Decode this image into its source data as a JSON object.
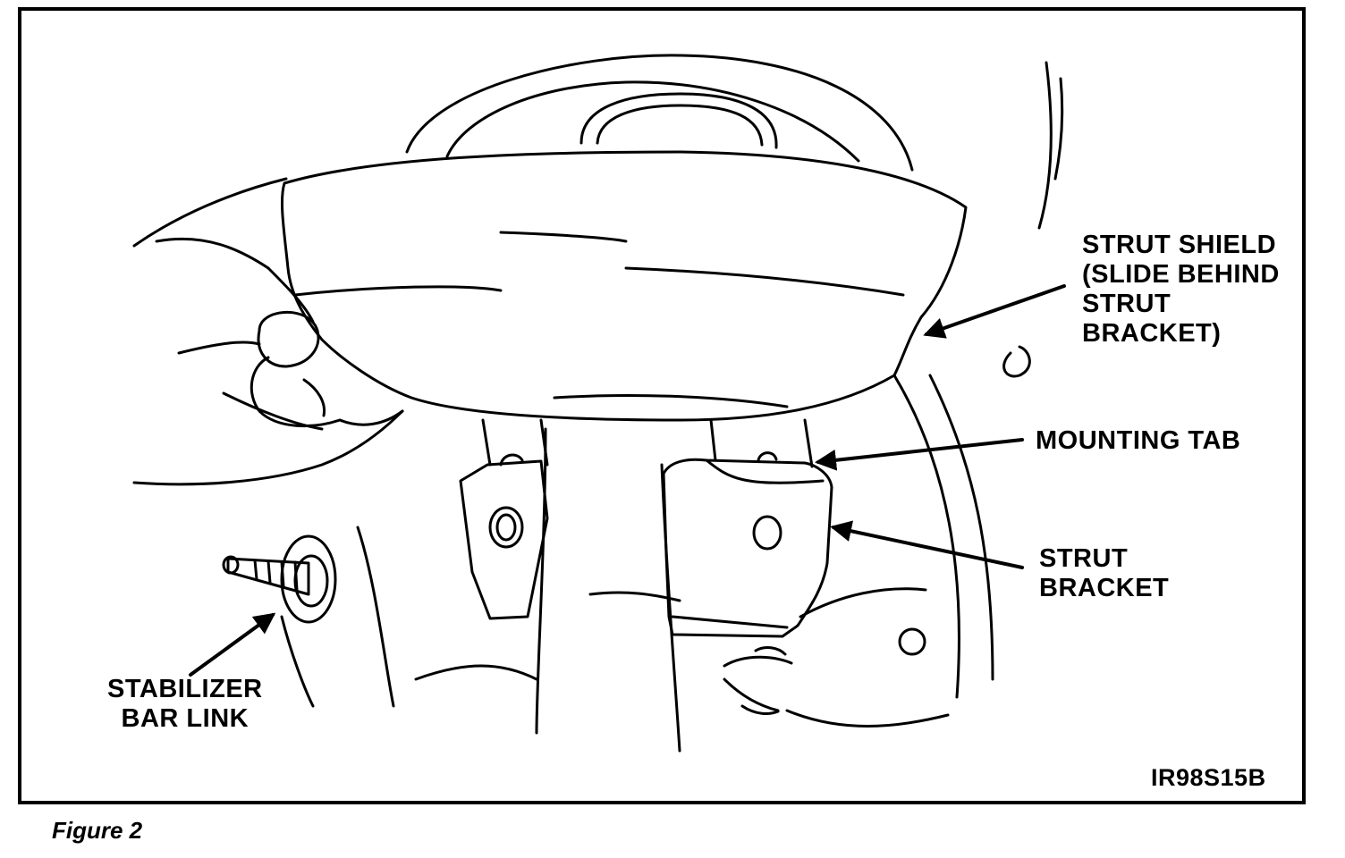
{
  "callouts": {
    "strut_shield": [
      "STRUT SHIELD",
      "(SLIDE BEHIND",
      "STRUT",
      "BRACKET)"
    ],
    "mounting_tab": "MOUNTING TAB",
    "strut_bracket": [
      "STRUT",
      "BRACKET"
    ],
    "stabilizer_bar_link": [
      "STABILIZER",
      "BAR LINK"
    ]
  },
  "drawing_code": "IR98S15B",
  "figure_caption": "Figure 2"
}
